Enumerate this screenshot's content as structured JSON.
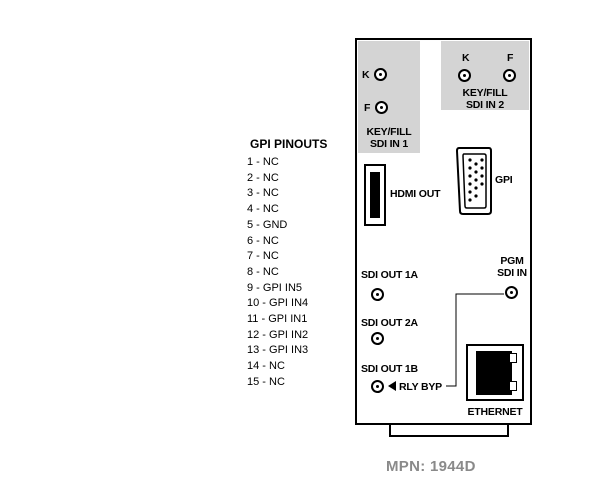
{
  "gpi": {
    "title": "GPI PINOUTS",
    "pins": [
      "1 - NC",
      "2 - NC",
      "3 - NC",
      "4 - NC",
      "5 - GND",
      "6 - NC",
      "7 - NC",
      "8 - NC",
      "9 - GPI IN5",
      "10 - GPI IN4",
      "11 - GPI IN1",
      "12 - GPI IN2",
      "13 - GPI IN3",
      "14 - NC",
      "15 - NC"
    ]
  },
  "panel": {
    "keyfill1": {
      "k": "K",
      "f": "F",
      "line1": "KEY/FILL",
      "line2": "SDI IN 1"
    },
    "keyfill2": {
      "k": "K",
      "f": "F",
      "line1": "KEY/FILL",
      "line2": "SDI IN 2"
    },
    "hdmi_out": "HDMI OUT",
    "gpi": "GPI",
    "pgm_line1": "PGM",
    "pgm_line2": "SDI IN",
    "sdi_out_1a": "SDI OUT 1A",
    "sdi_out_2a": "SDI OUT 2A",
    "sdi_out_1b": "SDI OUT 1B",
    "rly_byp": "RLY BYP",
    "ethernet": "ETHERNET"
  },
  "mpn": "MPN: 1944D"
}
